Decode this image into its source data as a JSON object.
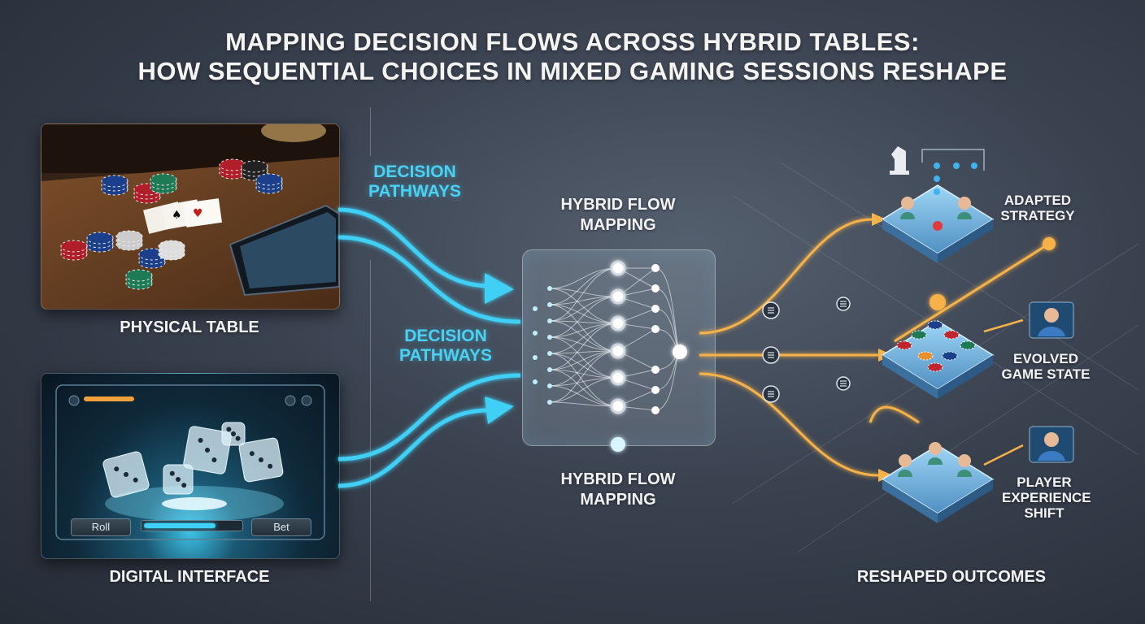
{
  "title": {
    "line1": "MAPPING DECISION FLOWS ACROSS HYBRID TABLES:",
    "line2": "HOW SEQUENTIAL CHOICES IN MIXED GAMING SESSIONS RESHAPE"
  },
  "inputs": {
    "physical_label": "PHYSICAL TABLE",
    "digital_label": "DIGITAL INTERFACE",
    "digital_ui": {
      "roll_label": "Roll",
      "bet_label": "Bet"
    }
  },
  "pathways": {
    "top_label": "DECISION PATHWAYS",
    "mid_label": "DECISION PATHWAYS"
  },
  "hub": {
    "top_label": "HYBRID FLOW MAPPING",
    "bottom_label": "HYBRID FLOW MAPPING"
  },
  "outcomes": {
    "section_label": "RESHAPED OUTCOMES",
    "items": [
      {
        "label": "ADAPTED STRATEGY"
      },
      {
        "label": "EVOLVED GAME STATE"
      },
      {
        "label": "PLAYER EXPERIENCE SHIFT"
      }
    ]
  },
  "colors": {
    "pathway_cyan": "#3fd0f6",
    "outcome_orange": "#f6b24a",
    "platform_blue": "#7fc2ec",
    "background": "#3a4250"
  },
  "icons": [
    "chess-knight-icon",
    "list-icon",
    "person-icon",
    "filter-icon",
    "avatar-icon",
    "dice-icon",
    "poker-chip-icon",
    "tablet-icon",
    "playing-cards-icon"
  ]
}
